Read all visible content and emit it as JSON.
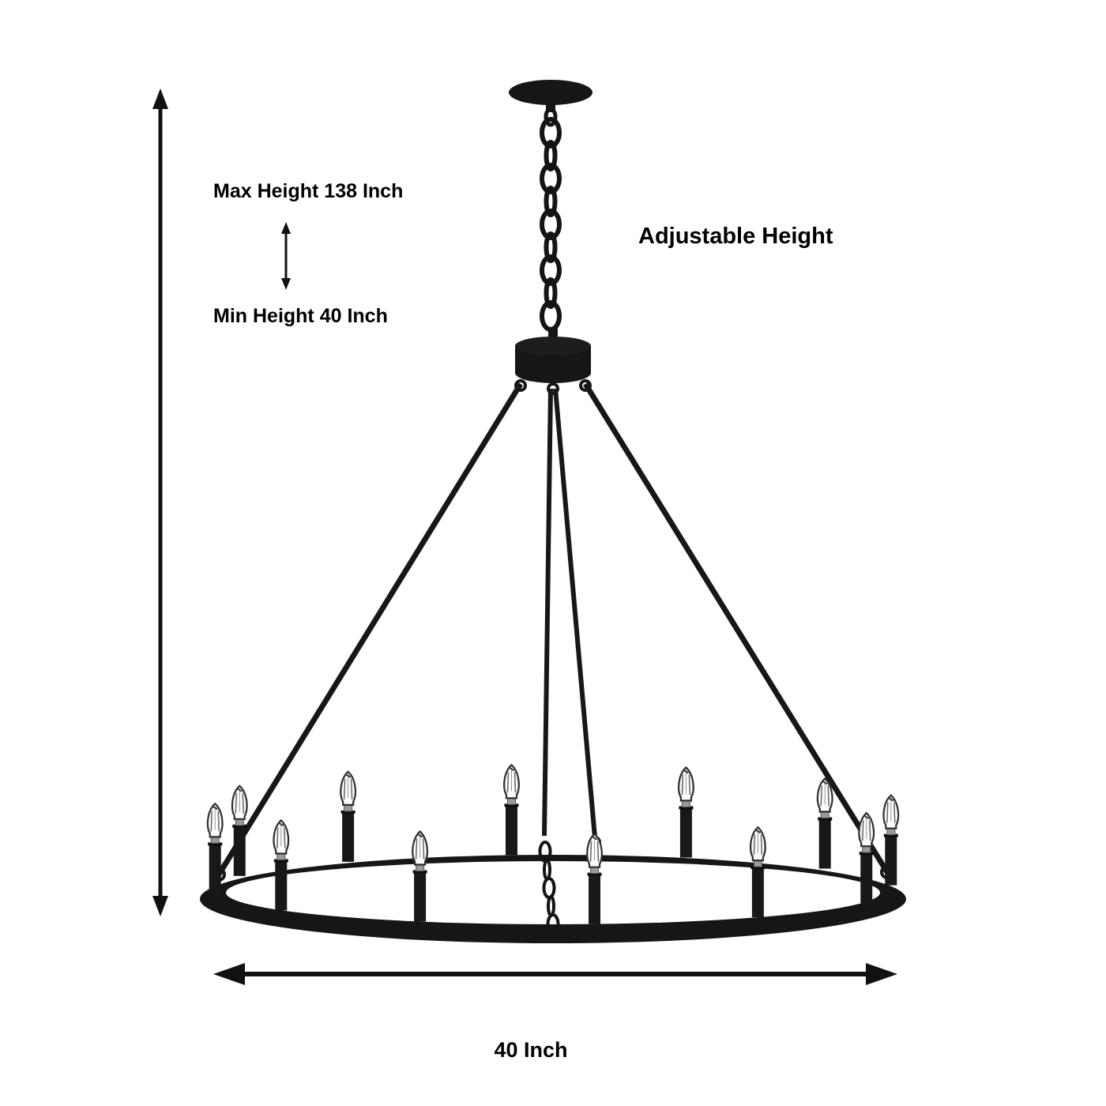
{
  "diagram": {
    "labels": {
      "max_height": "Max Height 138 Inch",
      "min_height": "Min Height 40 Inch",
      "adjustable": "Adjustable Height",
      "width": "40 Inch"
    },
    "colors": {
      "line": "#111111",
      "metal": "#161616",
      "background": "#ffffff",
      "bulb": "#fbfbfb"
    },
    "fixture": {
      "lights": 12
    }
  }
}
